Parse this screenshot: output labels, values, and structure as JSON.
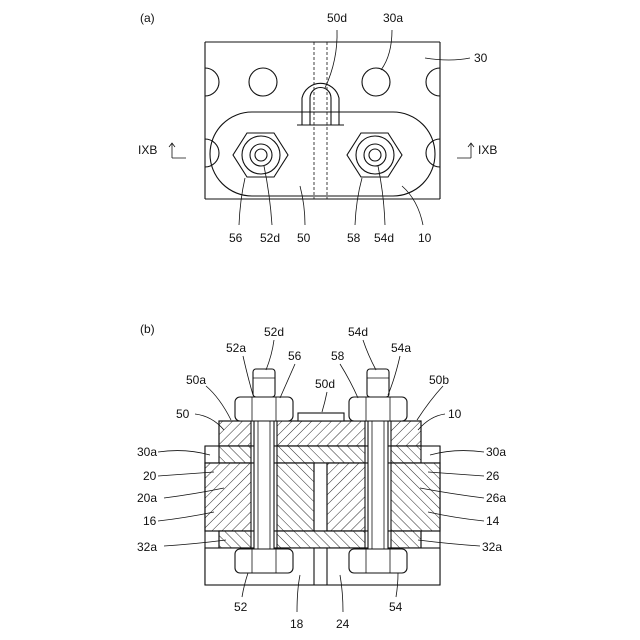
{
  "figure_a": {
    "panel_label": "(a)",
    "section_left": "IXB",
    "section_right": "IXB",
    "labels": {
      "l50d": "50d",
      "l30a": "30a",
      "l30": "30",
      "l56": "56",
      "l52d": "52d",
      "l50": "50",
      "l58": "58",
      "l54d": "54d",
      "l10": "10"
    }
  },
  "figure_b": {
    "panel_label": "(b)",
    "labels": {
      "l52d": "52d",
      "l54d": "54d",
      "l52a": "52a",
      "l56": "56",
      "l58": "58",
      "l54a": "54a",
      "l50a": "50a",
      "l50d": "50d",
      "l50b": "50b",
      "l50": "50",
      "l10": "10",
      "l30a_left": "30a",
      "l30a_right": "30a",
      "l20": "20",
      "l26": "26",
      "l20a": "20a",
      "l26a": "26a",
      "l16": "16",
      "l14": "14",
      "l32a_left": "32a",
      "l32a_right": "32a",
      "l52": "52",
      "l54": "54",
      "l18": "18",
      "l24": "24"
    }
  }
}
